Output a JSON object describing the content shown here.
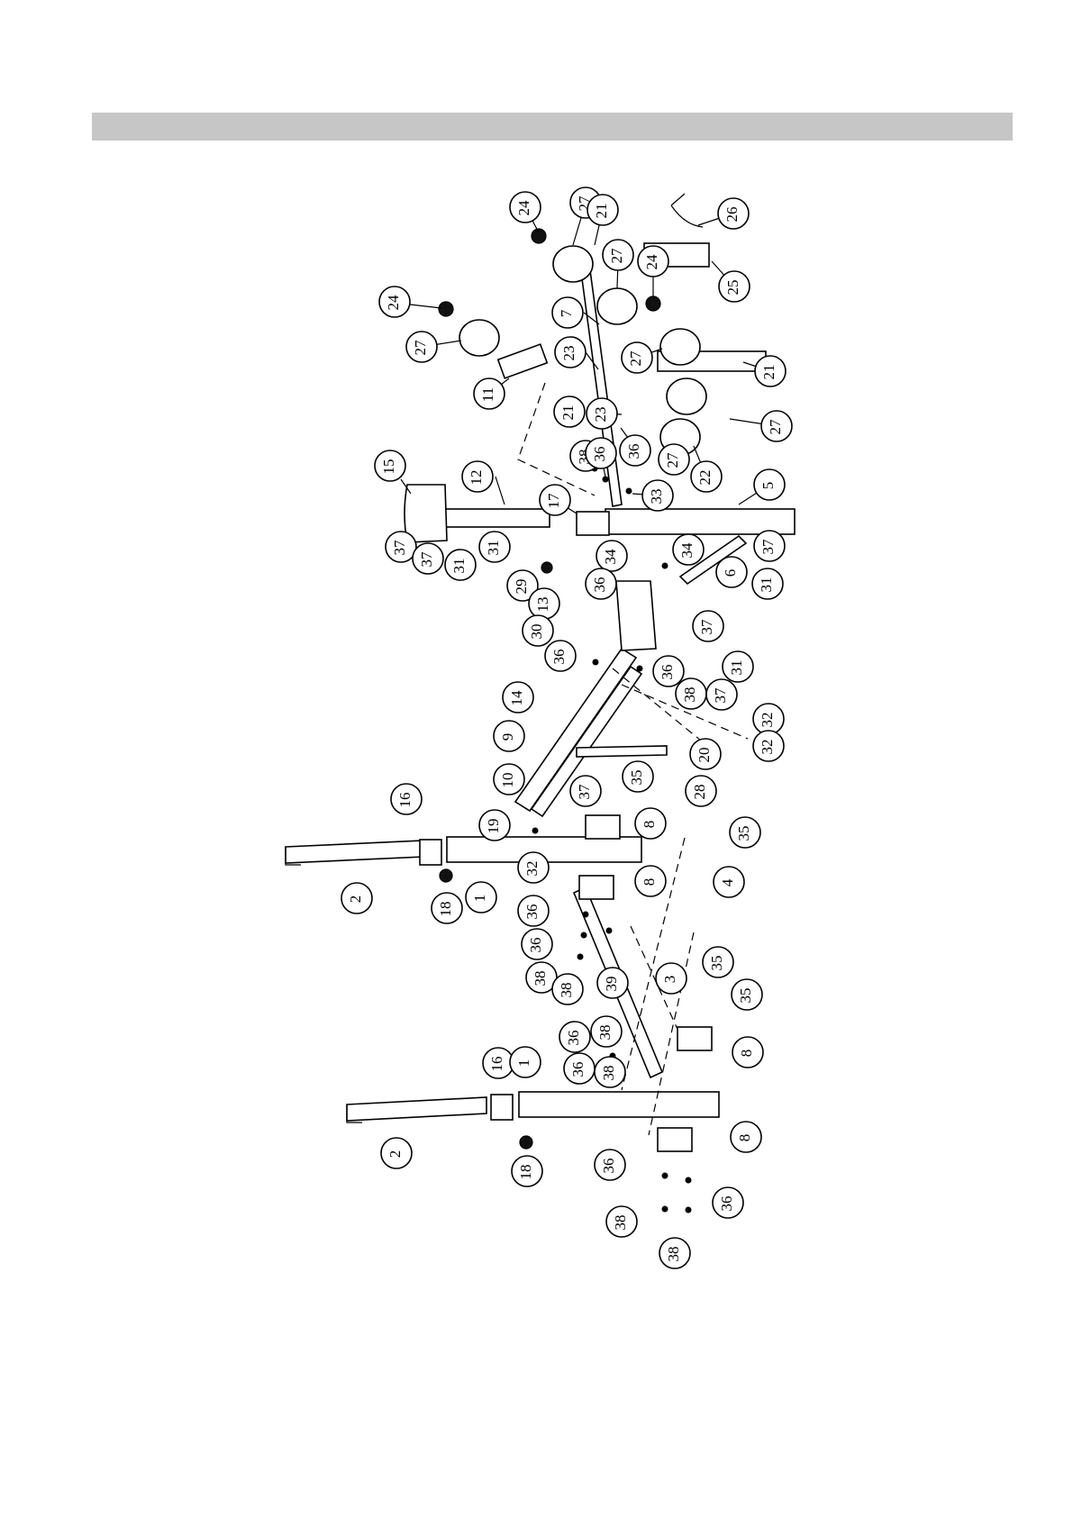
{
  "header": {
    "bar_text": ""
  },
  "colors": {
    "header_bar": "#c6c6c6",
    "ink": "#000000",
    "paper": "#ffffff"
  },
  "callouts": [
    {
      "id": "c1",
      "label": "24"
    },
    {
      "id": "c2",
      "label": "27"
    },
    {
      "id": "c3",
      "label": "21"
    },
    {
      "id": "c4",
      "label": "26"
    },
    {
      "id": "c5",
      "label": "24"
    },
    {
      "id": "c6",
      "label": "27"
    },
    {
      "id": "c7",
      "label": "7"
    },
    {
      "id": "c8",
      "label": "24"
    },
    {
      "id": "c9",
      "label": "25"
    },
    {
      "id": "c10",
      "label": "27"
    },
    {
      "id": "c11",
      "label": "23"
    },
    {
      "id": "c12",
      "label": "27"
    },
    {
      "id": "c13",
      "label": "11"
    },
    {
      "id": "c14",
      "label": "21"
    },
    {
      "id": "c15",
      "label": "23"
    },
    {
      "id": "c16",
      "label": "21"
    },
    {
      "id": "c17",
      "label": "27"
    },
    {
      "id": "c18",
      "label": "15"
    },
    {
      "id": "c19",
      "label": "12"
    },
    {
      "id": "c20",
      "label": "38"
    },
    {
      "id": "c21",
      "label": "36"
    },
    {
      "id": "c22",
      "label": "36"
    },
    {
      "id": "c23",
      "label": "27"
    },
    {
      "id": "c24",
      "label": "22"
    },
    {
      "id": "c25",
      "label": "17"
    },
    {
      "id": "c26",
      "label": "33"
    },
    {
      "id": "c27",
      "label": "5"
    },
    {
      "id": "c28",
      "label": "37"
    },
    {
      "id": "c29",
      "label": "37"
    },
    {
      "id": "c30",
      "label": "31"
    },
    {
      "id": "c31",
      "label": "31"
    },
    {
      "id": "c32",
      "label": "34"
    },
    {
      "id": "c33",
      "label": "34"
    },
    {
      "id": "c34",
      "label": "37"
    },
    {
      "id": "c35",
      "label": "29"
    },
    {
      "id": "c36",
      "label": "36"
    },
    {
      "id": "c37",
      "label": "6"
    },
    {
      "id": "c38",
      "label": "31"
    },
    {
      "id": "c39",
      "label": "13"
    },
    {
      "id": "c40",
      "label": "37"
    },
    {
      "id": "c41",
      "label": "30"
    },
    {
      "id": "c42",
      "label": "31"
    },
    {
      "id": "c43",
      "label": "36"
    },
    {
      "id": "c44",
      "label": "36"
    },
    {
      "id": "c45",
      "label": "14"
    },
    {
      "id": "c46",
      "label": "38"
    },
    {
      "id": "c47",
      "label": "37"
    },
    {
      "id": "c48",
      "label": "9"
    },
    {
      "id": "c49",
      "label": "32"
    },
    {
      "id": "c50",
      "label": "32"
    },
    {
      "id": "c51",
      "label": "10"
    },
    {
      "id": "c52",
      "label": "20"
    },
    {
      "id": "c53",
      "label": "16"
    },
    {
      "id": "c54",
      "label": "35"
    },
    {
      "id": "c55",
      "label": "37"
    },
    {
      "id": "c56",
      "label": "28"
    },
    {
      "id": "c57",
      "label": "19"
    },
    {
      "id": "c58",
      "label": "8"
    },
    {
      "id": "c59",
      "label": "35"
    },
    {
      "id": "c60",
      "label": "2"
    },
    {
      "id": "c61",
      "label": "32"
    },
    {
      "id": "c62",
      "label": "8"
    },
    {
      "id": "c63",
      "label": "4"
    },
    {
      "id": "c64",
      "label": "18"
    },
    {
      "id": "c65",
      "label": "1"
    },
    {
      "id": "c66",
      "label": "36"
    },
    {
      "id": "c67",
      "label": "36"
    },
    {
      "id": "c68",
      "label": "38"
    },
    {
      "id": "c69",
      "label": "38"
    },
    {
      "id": "c70",
      "label": "3"
    },
    {
      "id": "c71",
      "label": "39"
    },
    {
      "id": "c72",
      "label": "35"
    },
    {
      "id": "c73",
      "label": "35"
    },
    {
      "id": "c74",
      "label": "36"
    },
    {
      "id": "c75",
      "label": "38"
    },
    {
      "id": "c76",
      "label": "16"
    },
    {
      "id": "c77",
      "label": "36"
    },
    {
      "id": "c78",
      "label": "38"
    },
    {
      "id": "c79",
      "label": "1"
    },
    {
      "id": "c80",
      "label": "8"
    },
    {
      "id": "c81",
      "label": "2"
    },
    {
      "id": "c82",
      "label": "8"
    },
    {
      "id": "c83",
      "label": "18"
    },
    {
      "id": "c84",
      "label": "36"
    },
    {
      "id": "c85",
      "label": "36"
    },
    {
      "id": "c86",
      "label": "38"
    },
    {
      "id": "c87",
      "label": "38"
    }
  ]
}
